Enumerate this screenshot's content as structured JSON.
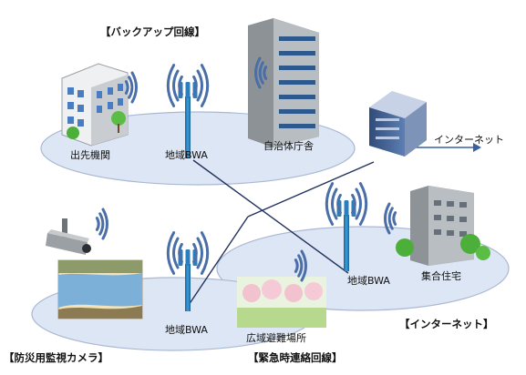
{
  "labels": {
    "backup_line": "【バックアップ回線】",
    "internet_title": "【インターネット】",
    "camera_title": "【防災用監視カメラ】",
    "emergency_line": "【緊急時連絡回線】",
    "branch_office": "出先機関",
    "bwa_top": "地域BWA",
    "municipal_office": "自治体庁舎",
    "internet": "インターネット",
    "bwa_right": "地域BWA",
    "housing": "集合住宅",
    "bwa_bottom": "地域BWA",
    "shelter": "広域避難場所"
  },
  "colors": {
    "ellipse_fill": "#dde6f4",
    "ellipse_stroke": "#aab8d3",
    "tower": "#2a7fbf",
    "wave": "#4a6fa8"
  }
}
